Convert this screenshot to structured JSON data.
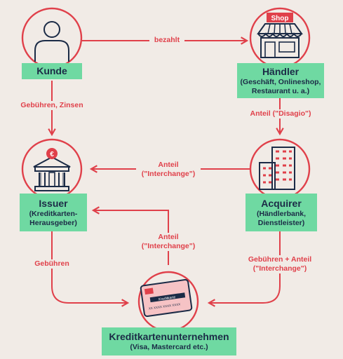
{
  "nodes": {
    "kunde": {
      "title": "Kunde",
      "sub": []
    },
    "haendler": {
      "title": "Händler",
      "sub": [
        "(Geschäft, Onlineshop,",
        "Restaurant u. a.)"
      ],
      "shop_sign": "Shop"
    },
    "issuer": {
      "title": "Issuer",
      "sub": [
        "(Kreditkarten-",
        "Herausgeber)"
      ]
    },
    "acquirer": {
      "title": "Acquirer",
      "sub": [
        "(Händlerbank,",
        "Dienstleister)"
      ]
    },
    "kku": {
      "title": "Kreditkartenunternehmen",
      "sub": [
        "(Visa, Mastercard etc.)"
      ],
      "card_text": "Kreditkarte",
      "card_number": "XX XXXX XXXX XXXX"
    }
  },
  "edges": {
    "bezahlt": [
      "bezahlt"
    ],
    "gebuehren_zinsen": [
      "Gebühren, Zinsen"
    ],
    "disagio": [
      "Anteil (\"Disagio\")"
    ],
    "interchange_acq_issuer": [
      "Anteil",
      "(\"Interchange\")"
    ],
    "interchange_kku_issuer": [
      "Anteil",
      "(\"Interchange\")"
    ],
    "gebuehren": [
      "Gebühren"
    ],
    "gebuehren_anteil": [
      "Gebühren + Anteil",
      "(\"Interchange\")"
    ]
  },
  "colors": {
    "accent": "#e0404a",
    "box": "#6fd9a2",
    "dark": "#1b2b46",
    "background": "#f1ebe6",
    "card": "#f6c3c5"
  }
}
